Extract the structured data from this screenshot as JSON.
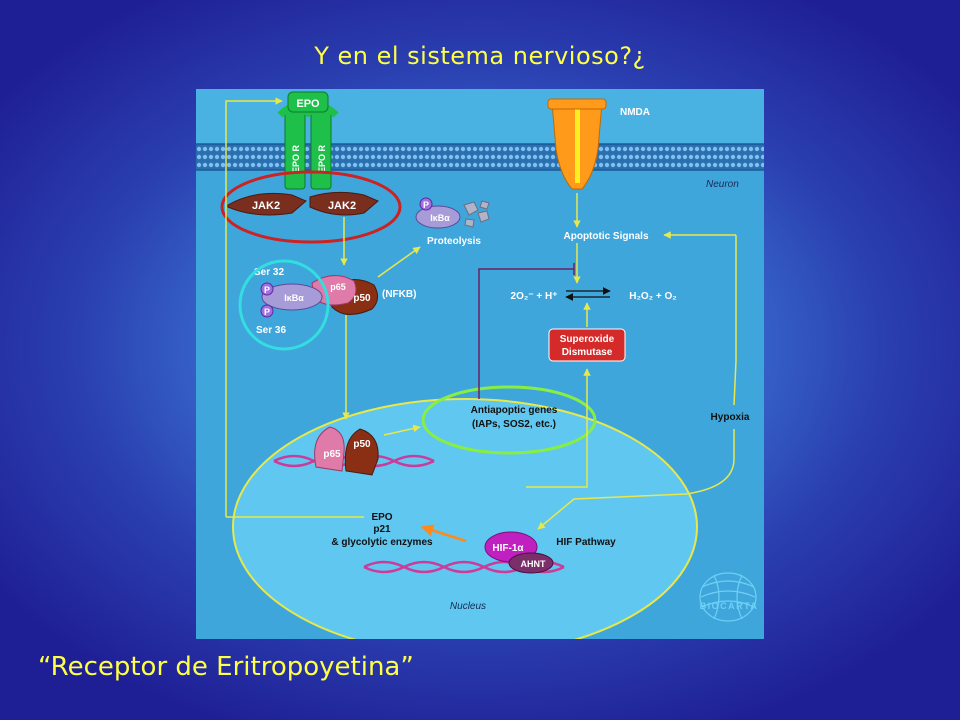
{
  "slide": {
    "title": "Y en el sistema nervioso?¿",
    "caption": "“Receptor de Eritropoyetina”"
  },
  "diagram": {
    "epo": "EPO",
    "epor": "EPO R",
    "jak2": "JAK2",
    "nmda": "NMDA",
    "neuron": "Neuron",
    "p": "P",
    "ikba": "IκBα",
    "proteolysis": "Proteolysis",
    "apoptotic_signals": "Apoptotic Signals",
    "ser32": "Ser 32",
    "ser36": "Ser 36",
    "p65": "p65",
    "p50": "p50",
    "nfkb": "(NFKB)",
    "ros_left": "2O₂⁻ + H⁺",
    "ros_right": "H₂O₂ + O₂",
    "sod_line1": "Superoxide",
    "sod_line2": "Dismutase",
    "antiapoptic_line1": "Antiapoptic genes",
    "antiapoptic_line2": "(IAPs, SOS2, etc.)",
    "hypoxia": "Hypoxia",
    "epo_out_line1": "EPO",
    "epo_out_line2": "p21",
    "epo_out_line3": "& glycolytic enzymes",
    "hif_pathway": "HIF Pathway",
    "hif1a": "HIF-1α",
    "ahnt": "AHNT",
    "nucleus": "Nucleus",
    "biocarta": "BIOCARTA"
  },
  "colors": {
    "title_text": "#ffff44",
    "cell_bg": "#3fa6dc",
    "nucleus": "#5fc7f0",
    "highlight_red": "#cc2222",
    "highlight_cyan": "#33dde0",
    "highlight_green": "#88ee44",
    "arrow_yellow": "#e8e84a",
    "receptor_green": "#1fc04a",
    "jak_brown": "#7a2e1e",
    "nmda_orange": "#ff9a1a",
    "sod_red": "#d42a2a",
    "hif_magenta": "#c020c0"
  }
}
